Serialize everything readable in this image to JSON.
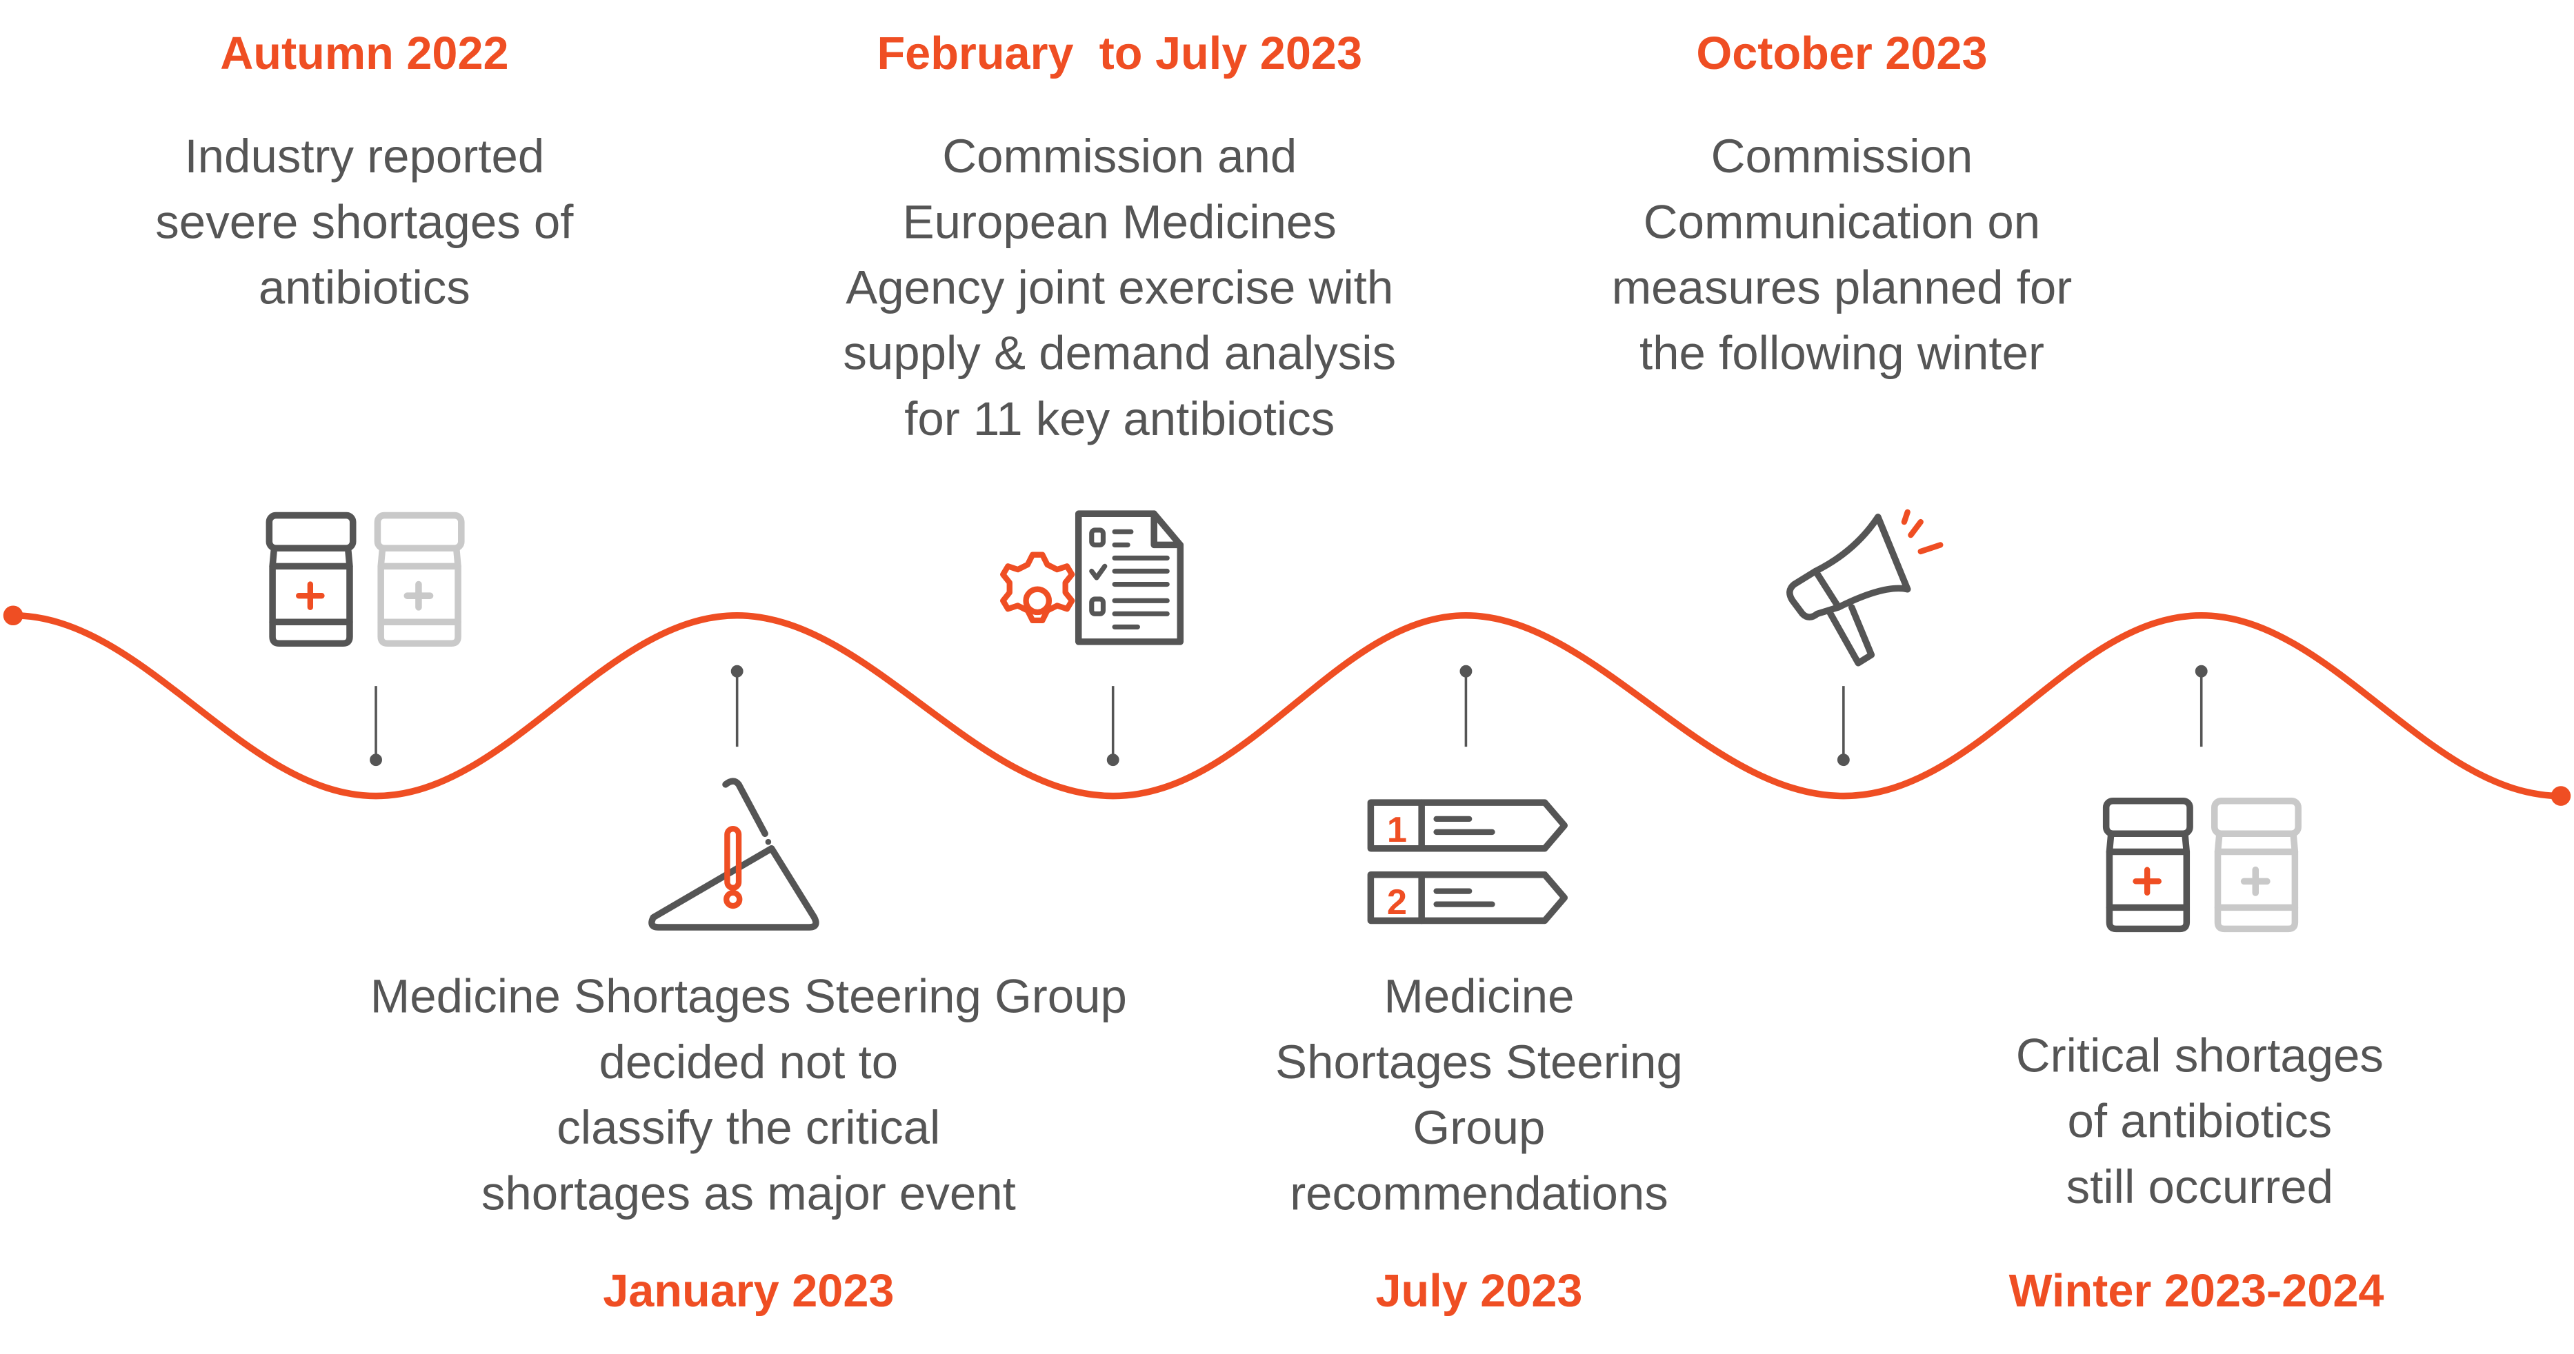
{
  "colors": {
    "accent": "#EF4E23",
    "text": "#555555",
    "icon": "#555555",
    "icon_light": "#C9C9C9"
  },
  "events": [
    {
      "date": "Autumn 2022",
      "lines": [
        "Industry reported",
        "severe shortages of",
        "antibiotics"
      ],
      "icon": "medicine-bottles-icon"
    },
    {
      "date": "January 2023",
      "lines": [
        "Medicine Shortages Steering Group",
        "decided not to",
        "classify the critical",
        "shortages as major event"
      ],
      "icon": "warning-triangle-icon"
    },
    {
      "date": "February  to July 2023",
      "lines": [
        "Commission and",
        "European Medicines",
        "Agency joint exercise with",
        "supply & demand analysis",
        "for 11 key antibiotics"
      ],
      "icon": "gear-document-icon"
    },
    {
      "date": "July 2023",
      "lines": [
        "Medicine",
        "Shortages Steering",
        "Group",
        "recommendations"
      ],
      "icon": "numbered-list-icon"
    },
    {
      "date": "October 2023",
      "lines": [
        "Commission",
        "Communication on",
        "measures planned for",
        "the following winter"
      ],
      "icon": "megaphone-icon"
    },
    {
      "date": "Winter 2023-2024",
      "lines": [
        "Critical shortages",
        "of antibiotics",
        "still occurred"
      ],
      "icon": "medicine-bottles-icon"
    }
  ]
}
